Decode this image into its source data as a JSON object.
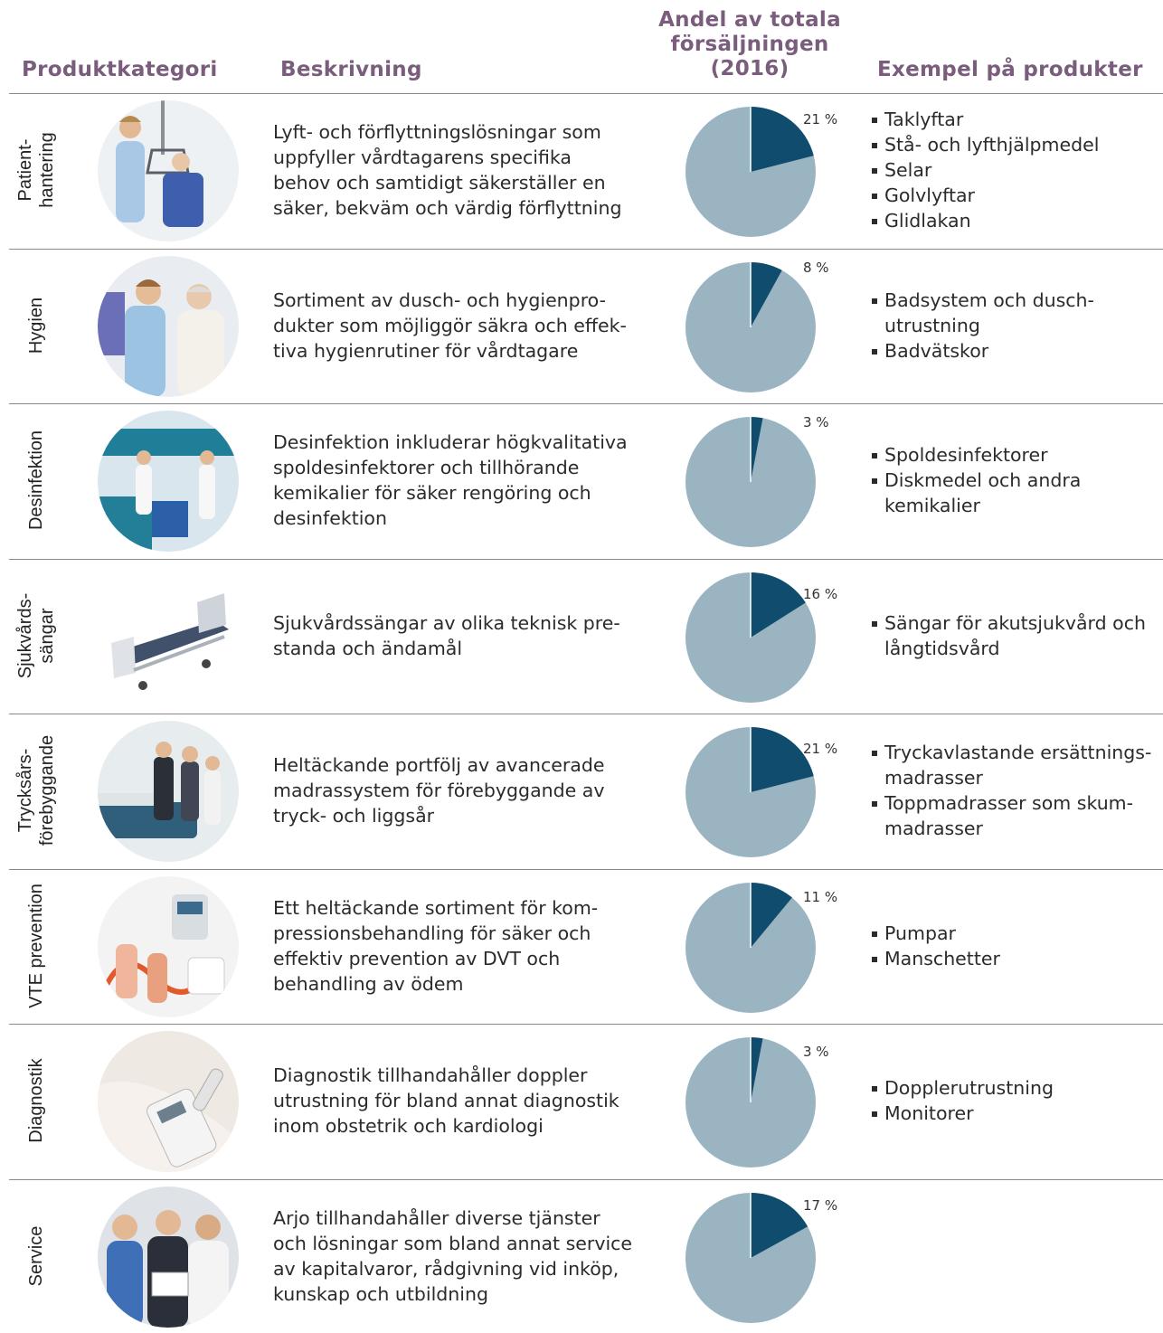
{
  "header": {
    "category": "Produktkategori",
    "description": "Beskrivning",
    "share_lines": [
      "Andel av totala",
      "försäljningen",
      "(2016)"
    ],
    "examples": "Exempel på produkter"
  },
  "colors": {
    "header": "#7a5c7c",
    "pie_share": "#0f4c6d",
    "pie_rest": "#9bb4c2"
  },
  "rows": [
    {
      "category_lines": [
        "Patient-",
        "hantering"
      ],
      "image_icon": "patient-lift-photo",
      "description_lines": [
        "Lyft- och förflyttningslösningar som",
        "uppfyller vårdtagarens specifika",
        "behov och samtidigt säkerställer en",
        "säker, bekväm och värdig förflyttning"
      ],
      "share_percent": 21,
      "share_label": "21 %",
      "examples": [
        [
          "Taklyftar"
        ],
        [
          "Stå- och lyfthjälpmedel"
        ],
        [
          "Selar"
        ],
        [
          "Golvlyftar"
        ],
        [
          "Glidlakan"
        ]
      ]
    },
    {
      "category_lines": [
        "Hygien"
      ],
      "image_icon": "hygiene-photo",
      "description_lines": [
        "Sortiment av dusch- och hygienpro-",
        "dukter som möjliggör säkra och effek-",
        "tiva hygienrutiner för vårdtagare"
      ],
      "share_percent": 8,
      "share_label": "8 %",
      "examples": [
        [
          "Badsystem och dusch-",
          "utrustning"
        ],
        [
          "Badvätskor"
        ]
      ]
    },
    {
      "category_lines": [
        "Desinfektion"
      ],
      "image_icon": "disinfection-photo",
      "description_lines": [
        "Desinfektion inkluderar högkvalitativa",
        "spoldesinfektorer och tillhörande",
        "kemikalier för säker rengöring och",
        "desinfektion"
      ],
      "share_percent": 3,
      "share_label": "3 %",
      "examples": [
        [
          "Spoldesinfektorer"
        ],
        [
          "Diskmedel och andra",
          "kemikalier"
        ]
      ]
    },
    {
      "category_lines": [
        "Sjukvårds-",
        "sängar"
      ],
      "image_icon": "hospital-bed-photo",
      "description_lines": [
        "Sjukvårdssängar av olika teknisk pre-",
        "standa och ändamål"
      ],
      "share_percent": 16,
      "share_label": "16 %",
      "examples": [
        [
          "Sängar för akutsjukvård och",
          "långtidsvård"
        ]
      ]
    },
    {
      "category_lines": [
        "Trycksårs-",
        "förebyggande"
      ],
      "image_icon": "pressure-care-photo",
      "description_lines": [
        "Heltäckande portfölj av avancerade",
        "madrassystem för förebyggande av",
        "tryck- och liggsår"
      ],
      "share_percent": 21,
      "share_label": "21 %",
      "examples": [
        [
          "Tryckavlastande ersättnings-",
          "madrasser"
        ],
        [
          "Toppmadrasser som skum-",
          "madrasser"
        ]
      ]
    },
    {
      "category_lines": [
        "VTE prevention"
      ],
      "image_icon": "vte-pump-photo",
      "description_lines": [
        "Ett heltäckande sortiment för kom-",
        "pressionsbehandling för säker och",
        "effektiv prevention av DVT och",
        "behandling av ödem"
      ],
      "share_percent": 11,
      "share_label": "11 %",
      "examples": [
        [
          "Pumpar"
        ],
        [
          "Manschetter"
        ]
      ]
    },
    {
      "category_lines": [
        "Diagnostik"
      ],
      "image_icon": "doppler-photo",
      "description_lines": [
        "Diagnostik tillhandahåller doppler",
        "utrustning för bland annat diagnostik",
        "inom obstetrik och kardiologi"
      ],
      "share_percent": 3,
      "share_label": "3 %",
      "examples": [
        [
          "Dopplerutrustning"
        ],
        [
          "Monitorer"
        ]
      ]
    },
    {
      "category_lines": [
        "Service"
      ],
      "image_icon": "service-team-photo",
      "description_lines": [
        "Arjo tillhandahåller diverse tjänster",
        "och lösningar som bland annat service",
        "av kapitalvaror, rådgivning vid inköp,",
        "kunskap och utbildning"
      ],
      "share_percent": 17,
      "share_label": "17 %",
      "examples": []
    }
  ]
}
